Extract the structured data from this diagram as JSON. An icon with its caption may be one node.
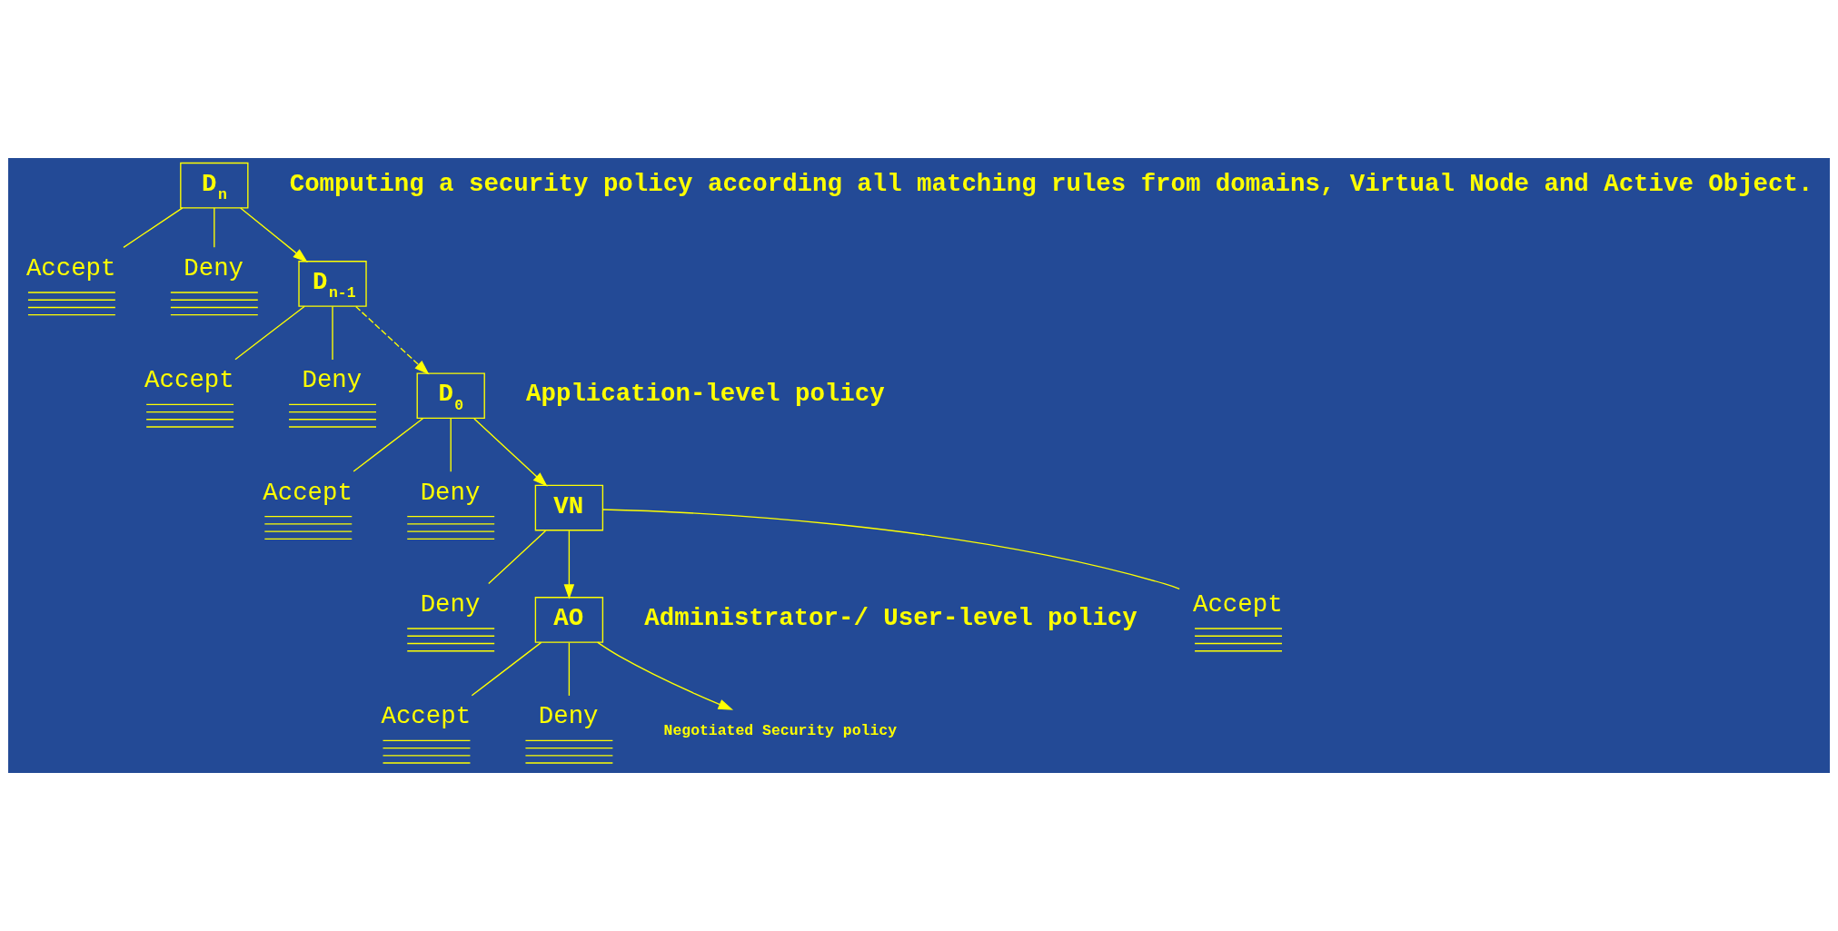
{
  "diagram": {
    "nodes": [
      {
        "text": [
          "D$_{n}$"
        ]
      },
      {
        "text": [
          "Accept"
        ]
      },
      {
        "text": [
          "Deny"
        ]
      },
      {
        "text": [
          "D$_{n-1}$"
        ]
      },
      {
        "text": [
          "Accept"
        ]
      },
      {
        "text": [
          "Deny"
        ]
      },
      {
        "text": [
          "D$_{0}$"
        ]
      },
      {
        "text": [
          "Accept"
        ]
      },
      {
        "text": [
          "Deny"
        ]
      },
      {
        "text": [
          "VN"
        ]
      },
      {
        "text": [
          "Accept"
        ]
      },
      {
        "text": [
          "Deny"
        ]
      },
      {
        "text": [
          "AO"
        ]
      },
      {
        "text": [
          "Accept"
        ]
      },
      {
        "text": [
          "Deny"
        ]
      },
      {
        "text": [
          "Negotiated Security policy"
        ]
      }
    ],
    "edges": [
      {
        "from": 0,
        "to": 1,
        "arrow": "none"
      },
      {
        "from": 0,
        "to": 2,
        "arrow": "none"
      },
      {
        "from": 0,
        "to": 3,
        "arrow": "to"
      },
      {
        "from": 3,
        "to": 4,
        "arrow": "none"
      },
      {
        "from": 3,
        "to": 5,
        "arrow": "none"
      },
      {
        "from": 3,
        "to": 6,
        "arrow": "to",
        "style": "dashed"
      },
      {
        "from": 6,
        "to": 7,
        "arrow": "none"
      },
      {
        "from": 6,
        "to": 8,
        "arrow": "none"
      },
      {
        "from": 6,
        "to": 9,
        "arrow": "to"
      },
      {
        "from": 9,
        "to": 10,
        "arrow": "none"
      },
      {
        "from": 9,
        "to": 11,
        "arrow": "none"
      },
      {
        "from": 9,
        "to": 12,
        "arrow": "to"
      },
      {
        "from": 12,
        "to": 13,
        "arrow": "none"
      },
      {
        "from": 12,
        "to": 14,
        "arrow": "none"
      },
      {
        "from": 12,
        "to": 15,
        "arrow": "to"
      }
    ],
    "labels": [
      "Computing a security policy according all matching rules from domains, Virtual Node and Active Object.",
      "Application-level policy",
      "Administrator-/ User-level policy"
    ]
  }
}
